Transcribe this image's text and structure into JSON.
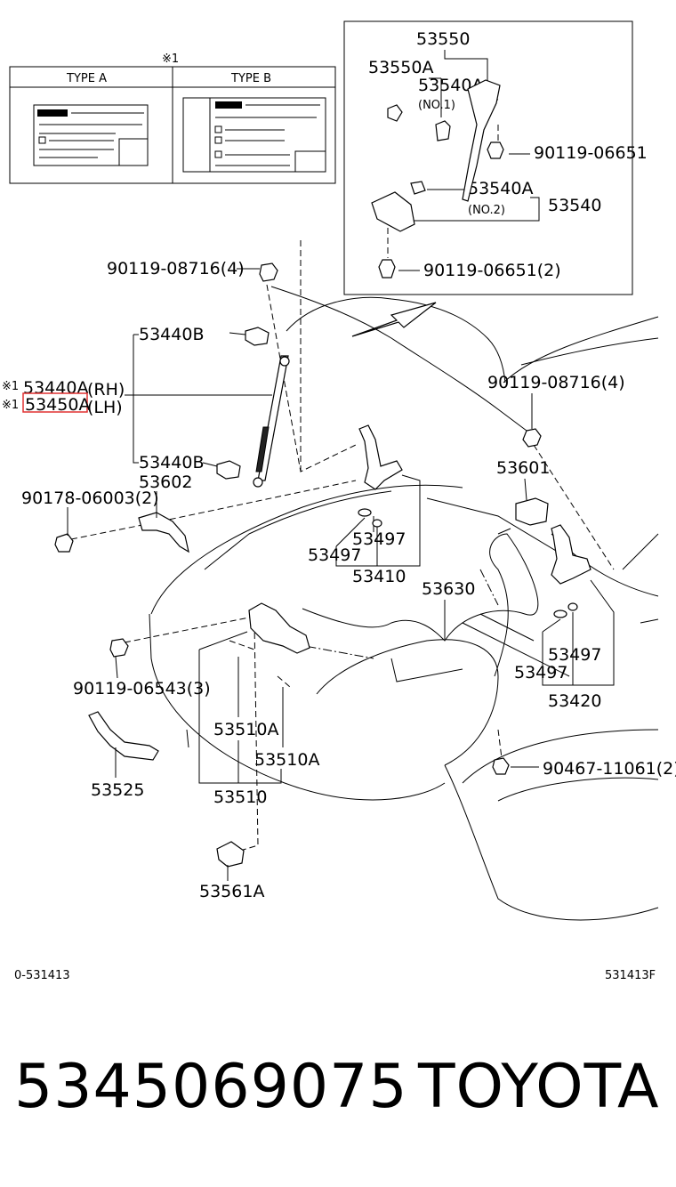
{
  "type_labels": {
    "note_mark": "※1",
    "type_a": "TYPE A",
    "type_b": "TYPE B"
  },
  "inset_labels": {
    "p53550": "53550",
    "p53550a": "53550A",
    "p53540a_1": "53540A",
    "no1": "(NO.1)",
    "p90119_06651": "90119-06651",
    "p53540a_2": "53540A",
    "no2": "(NO.2)",
    "p53540": "53540",
    "p90119_06651_2": "90119-06651(2)"
  },
  "labels": {
    "p90119_08716_4_left": "90119-08716(4)",
    "p53440b_top": "53440B",
    "mark_rh": "※1",
    "p53440a": "53440A",
    "rh": "(RH)",
    "mark_lh": "※1",
    "p53450a": "53450A",
    "lh": "(LH)",
    "p53440b_bottom": "53440B",
    "p90178_06003_2": "90178-06003(2)",
    "p53602": "53602",
    "p90119_08716_4_right": "90119-08716(4)",
    "p53601": "53601",
    "p53497_a": "53497",
    "p53497_b": "53497",
    "p53410": "53410",
    "p53630": "53630",
    "p90119_06543_3": "90119-06543(3)",
    "p53510a_a": "53510A",
    "p53510a_b": "53510A",
    "p53525": "53525",
    "p53510": "53510",
    "p53497_c": "53497",
    "p53497_d": "53497",
    "p53420": "53420",
    "p90467_11061_2": "90467-11061(2)",
    "p53561a": "53561A"
  },
  "references": {
    "left": "0-531413",
    "right": "531413F"
  },
  "footer": {
    "part_number": "5345069075",
    "brand": "TOYOTA"
  },
  "colors": {
    "highlight": "#e03030",
    "ink": "#000000"
  }
}
